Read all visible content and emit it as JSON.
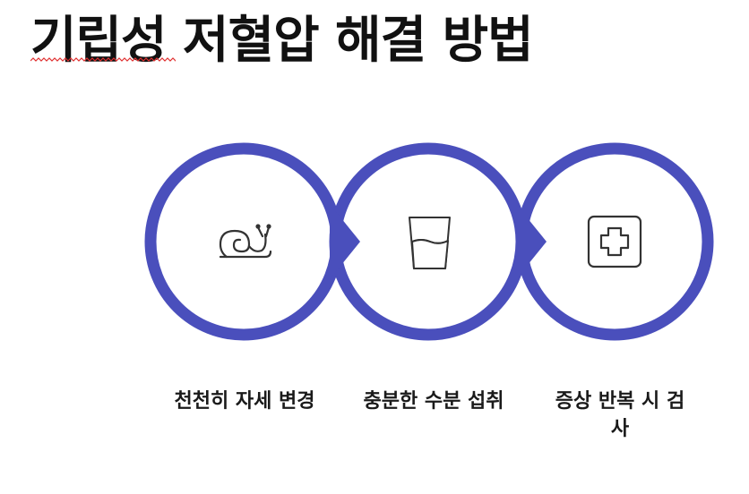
{
  "title": "기립성 저혈압 해결 방법",
  "colors": {
    "ring": "#4a4fbc",
    "icon": "#333333",
    "spellcheck": "#e03030"
  },
  "steps": [
    {
      "icon": "snail-icon",
      "label": "천천히 자세 변경"
    },
    {
      "icon": "water-glass-icon",
      "label": "충분한 수분 섭취"
    },
    {
      "icon": "medical-cross-icon",
      "label": "증상 반복 시 검사"
    }
  ]
}
